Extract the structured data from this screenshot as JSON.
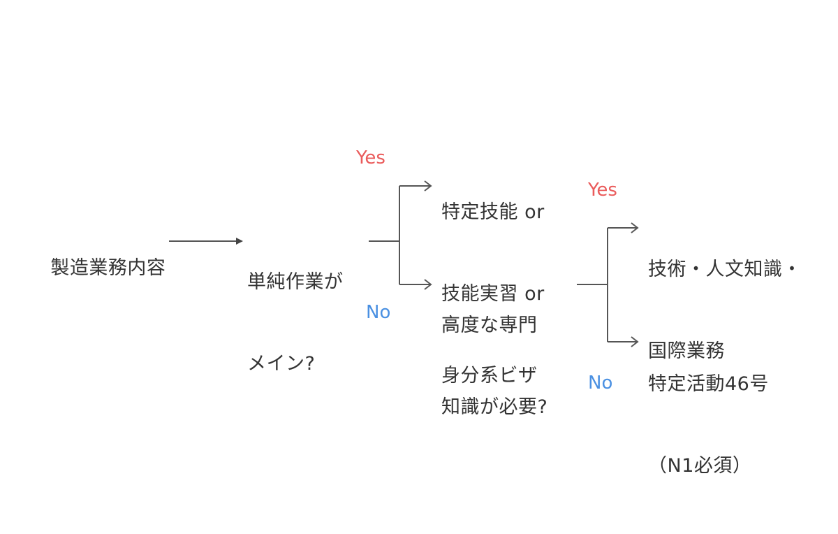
{
  "nodes": {
    "start": "製造業務内容",
    "q1_line1": "単純作業が",
    "q1_line2": "メイン?",
    "r1_line1": "特定技能 or",
    "r1_line2": "技能実習 or",
    "r1_line3": "身分系ビザ",
    "q2_line1": "高度な専門",
    "q2_line2": "知識が必要?",
    "r2_line1": "技術・人文知識・",
    "r2_line2": "国際業務",
    "r3_line1": "特定活動46号",
    "r3_line2": "（N1必須）"
  },
  "labels": {
    "yes": "Yes",
    "no": "No"
  },
  "colors": {
    "text": "#333333",
    "line": "#555555",
    "yes": "#ea5b5b",
    "no": "#4a90e2"
  }
}
